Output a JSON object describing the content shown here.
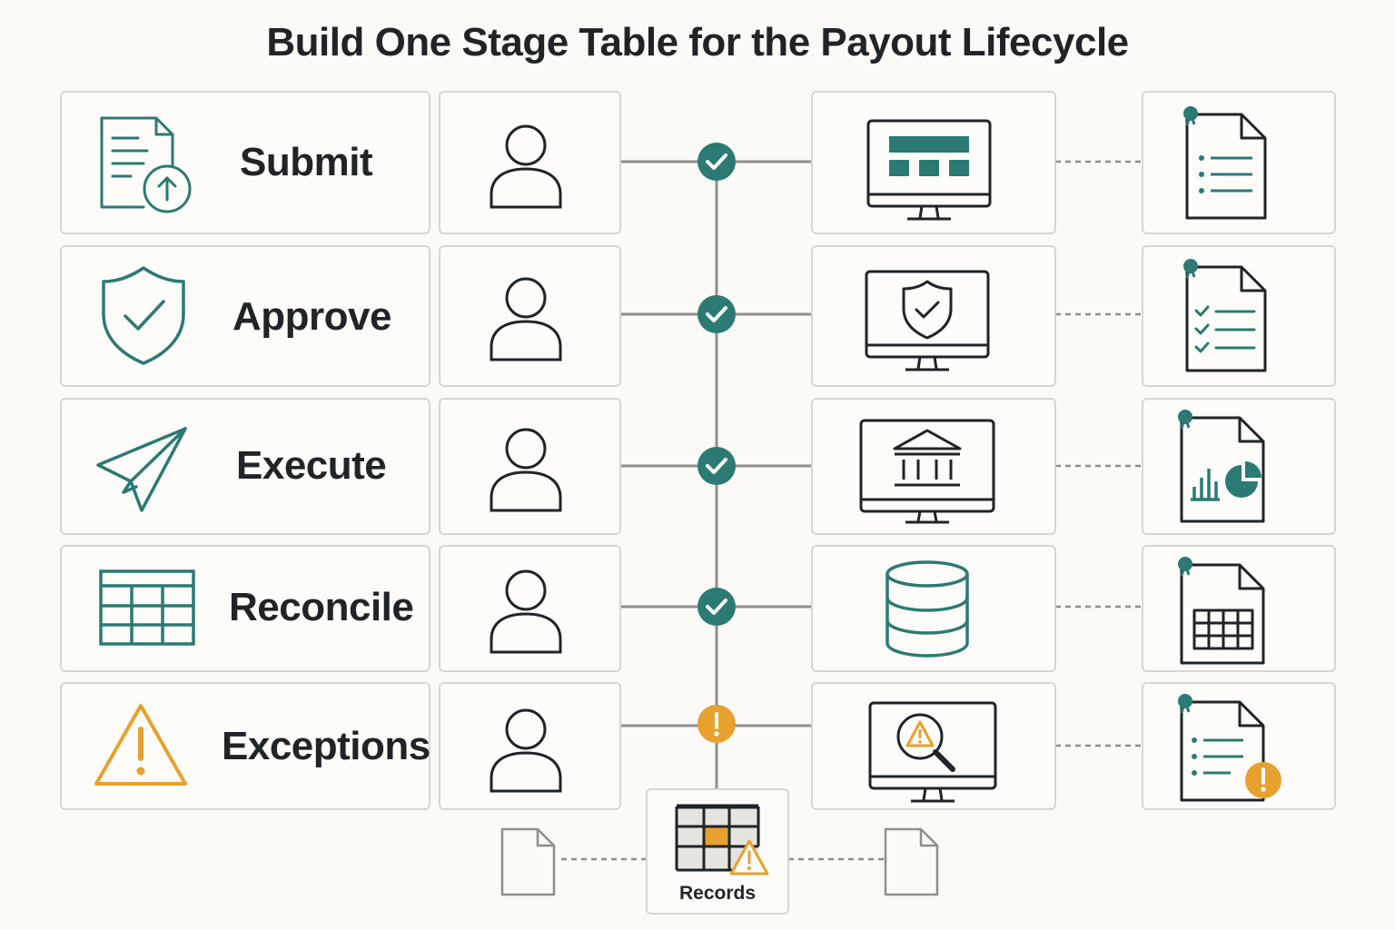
{
  "title": "Build One Stage Table for the Payout Lifecycle",
  "stages": [
    {
      "label": "Submit",
      "stage_icon": "document-upload-icon",
      "actor_icon": "user-icon",
      "status": "complete",
      "system_icon": "monitor-dashboard-icon",
      "artifact_icon": "document-list-icon"
    },
    {
      "label": "Approve",
      "stage_icon": "shield-check-icon",
      "actor_icon": "user-icon",
      "status": "complete",
      "system_icon": "monitor-shield-icon",
      "artifact_icon": "document-checklist-icon"
    },
    {
      "label": "Execute",
      "stage_icon": "paper-plane-icon",
      "actor_icon": "user-icon",
      "status": "complete",
      "system_icon": "monitor-bank-icon",
      "artifact_icon": "document-chart-icon"
    },
    {
      "label": "Reconcile",
      "stage_icon": "table-grid-icon",
      "actor_icon": "user-icon",
      "status": "complete",
      "system_icon": "database-icon",
      "artifact_icon": "document-table-icon"
    },
    {
      "label": "Exceptions",
      "stage_icon": "warning-triangle-icon",
      "actor_icon": "user-icon",
      "status": "warning",
      "system_icon": "monitor-search-warning-icon",
      "artifact_icon": "document-list-warning-icon"
    }
  ],
  "records": {
    "label": "Records",
    "icon": "records-grid-warning-icon",
    "left_doc_icon": "blank-document-icon",
    "right_doc_icon": "blank-document-icon"
  },
  "colors": {
    "teal": "#2b7a73",
    "orange": "#e8a12e",
    "dark": "#1f2428",
    "line": "#8e8e8e",
    "border": "#d6d6d3",
    "background": "#fbfaf6"
  }
}
